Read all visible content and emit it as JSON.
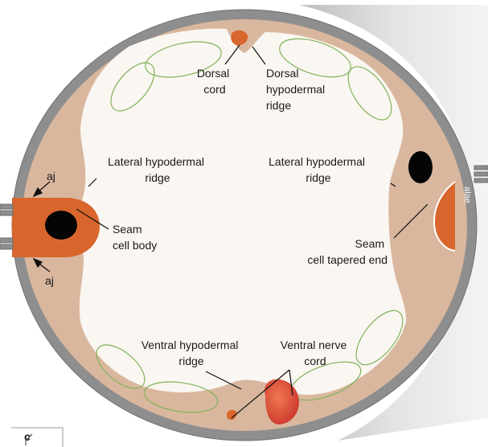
{
  "labels": {
    "dorsal_cord": [
      "Dorsal",
      "cord"
    ],
    "dorsal_hypodermal_ridge": [
      "Dorsal",
      "hypodermal",
      "ridge"
    ],
    "lateral_left": [
      "Lateral hypodermal",
      "ridge"
    ],
    "lateral_right": [
      "Lateral hypodermal",
      "ridge"
    ],
    "seam_cell_body": [
      "Seam",
      "cell body"
    ],
    "seam_cell_tapered_end": [
      "Seam",
      "cell tapered end"
    ],
    "aj_top": "aj",
    "aj_bottom": "aj",
    "alae": "alae",
    "ventral_hypodermal_ridge": [
      "Ventral hypodermal",
      "ridge"
    ],
    "ventral_nerve_cord": [
      "Ventral nerve",
      "cord"
    ],
    "panel_letter": "c"
  },
  "colors": {
    "cuticle": "#8e8e8e",
    "cuticle_edge": "#6f6f6f",
    "hypodermis": "#d9b79e",
    "interior": "#faf6f1",
    "seam_cell": "#d9662c",
    "nucleus": "#050505",
    "muscle_outline": "#7fb35a",
    "nerve_cord": "#e0573a",
    "tube_shadow": "#d8d8d8"
  }
}
